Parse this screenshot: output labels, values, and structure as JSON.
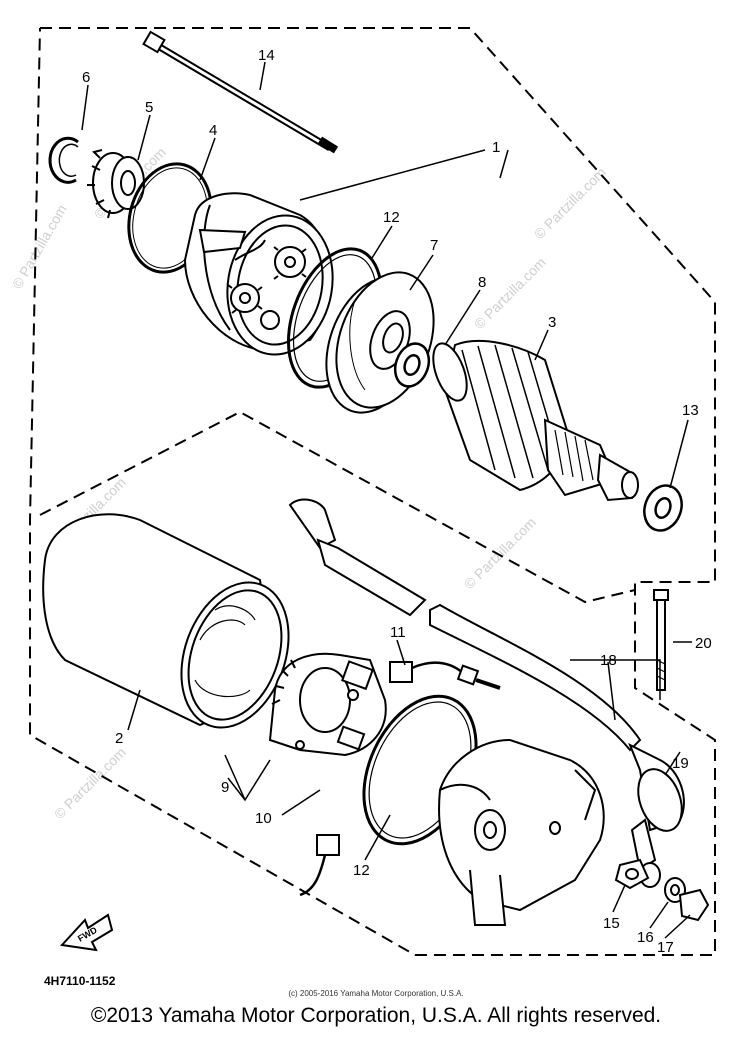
{
  "diagram": {
    "callouts": [
      {
        "num": "1"
      },
      {
        "num": "2"
      },
      {
        "num": "3"
      },
      {
        "num": "4"
      },
      {
        "num": "5"
      },
      {
        "num": "6"
      },
      {
        "num": "7"
      },
      {
        "num": "8"
      },
      {
        "num": "9"
      },
      {
        "num": "10"
      },
      {
        "num": "11"
      },
      {
        "num": "12"
      },
      {
        "num": "12"
      },
      {
        "num": "13"
      },
      {
        "num": "14"
      },
      {
        "num": "15"
      },
      {
        "num": "16"
      },
      {
        "num": "17"
      },
      {
        "num": "18"
      },
      {
        "num": "19"
      },
      {
        "num": "20"
      }
    ],
    "part_code": "4H7110-1152",
    "fwd_label": "FWD",
    "watermarks": [
      "© Partzilla.com"
    ]
  },
  "footer": {
    "small_copyright": "(c) 2005-2016 Yamaha Motor Corporation, U.S.A.",
    "main_copyright": "©2013 Yamaha Motor Corporation, U.S.A. All rights reserved."
  }
}
